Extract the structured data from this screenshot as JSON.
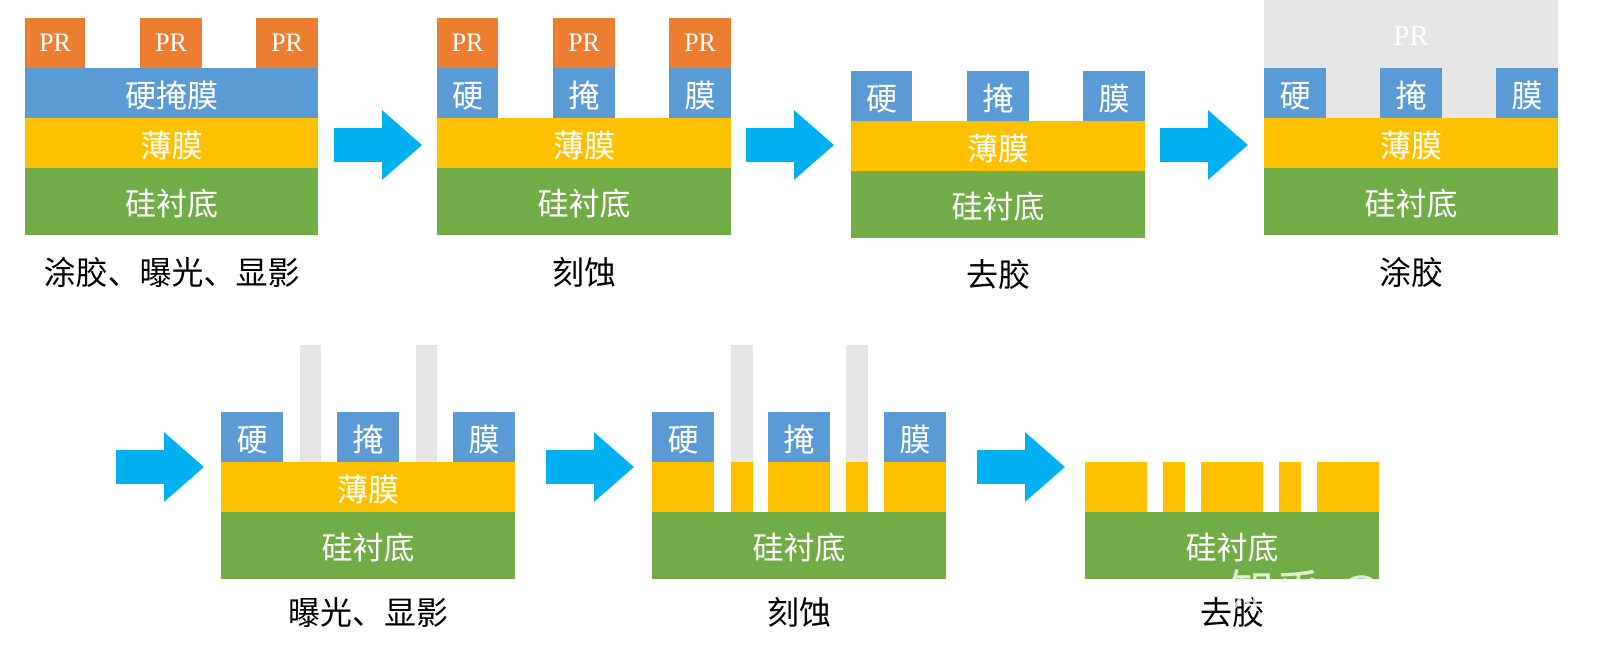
{
  "labels": {
    "pr": "PR",
    "hardmask": "硬掩膜",
    "hardmask_chars": [
      "硬",
      "掩",
      "膜"
    ],
    "film": "薄膜",
    "substrate": "硅衬底"
  },
  "captions": {
    "step1": "涂胶、曝光、显影",
    "step2": "刻蚀",
    "step3": "去胶",
    "step4": "涂胶",
    "step5": "曝光、显影",
    "step6": "刻蚀",
    "step7": "去胶"
  },
  "watermark": "知乎 @Seeker",
  "colors": {
    "photoresist": "#ED7D31",
    "hardmask": "#5B9BD5",
    "film": "#FFC000",
    "substrate": "#70AD47",
    "resist_coat": "#E7E6E6",
    "arrow": "#00B0F0"
  }
}
